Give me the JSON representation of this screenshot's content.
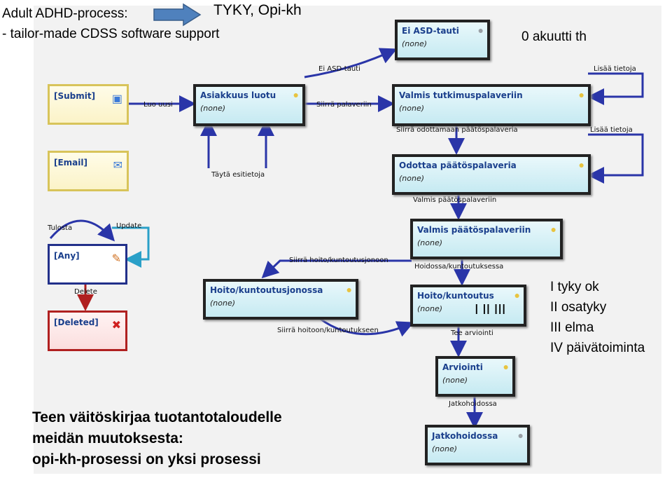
{
  "slide": {
    "title_line1": "Adult ADHD-process:",
    "title_line2": "- tailor-made CDSS software support",
    "tyky_label": "TYKY, Opi-kh",
    "akuutti": "0 akuutti th",
    "roman_marker": "I II III",
    "legend": [
      "I tyky ok",
      "II osatyky",
      "III elma",
      "IV päivätoiminta"
    ],
    "bottom_text": [
      "Teen väitöskirjaa tuotantotaloudelle",
      "meidän muutoksesta:",
      "opi-kh-prosessi on yksi prosessi"
    ]
  },
  "triggers": {
    "submit": "[Submit]",
    "email": "[Email]",
    "any": "[Any]",
    "deleted": "[Deleted]"
  },
  "states": {
    "ei_asd": {
      "name": "Ei ASD-tauti",
      "sub": "(none)"
    },
    "asiakkuus": {
      "name": "Asiakkuus luotu",
      "sub": "(none)"
    },
    "valmis_tutk": {
      "name": "Valmis tutkimuspalaveriin",
      "sub": "(none)"
    },
    "odottaa": {
      "name": "Odottaa päätöspalaveria",
      "sub": "(none)"
    },
    "valmis_paat": {
      "name": "Valmis päätöspalaveriin",
      "sub": "(none)"
    },
    "hoito_jono": {
      "name": "Hoito/kuntoutusjonossa",
      "sub": "(none)"
    },
    "hoito_kunt": {
      "name": "Hoito/kuntoutus",
      "sub": "(none)"
    },
    "arviointi": {
      "name": "Arviointi",
      "sub": "(none)"
    },
    "jatko": {
      "name": "Jatkohoidossa",
      "sub": "(none)"
    }
  },
  "transitions": {
    "ei_asd_tauti": "Ei ASD-tauti",
    "lisaa_tietoja_1": "Lisää tietoja",
    "luo_uusi": "Luo uusi",
    "siirra_palaveriin": "Siirrä palaveriin",
    "siirra_odottamaan": "Siirrä odottamaan päätöspalaveria",
    "lisaa_tietoja_2": "Lisää tietoja",
    "tayta_esitietoja": "Täytä esitietoja",
    "valmis_paatospalaveriin": "Valmis päätöspalaveriin",
    "tulosta": "Tulosta",
    "update": "Update",
    "siirra_jonoon": "Siirrä hoito/kuntoutusjonoon",
    "hoidossa": "Hoidossa/kuntoutuksessa",
    "delete": "Delete",
    "siirra_hoitoon": "Siirrä hoitoon/kuntoutukseen",
    "tee_arviointi": "Tee arviointi",
    "jatkohoidossa": "Jatkohoidossa"
  }
}
